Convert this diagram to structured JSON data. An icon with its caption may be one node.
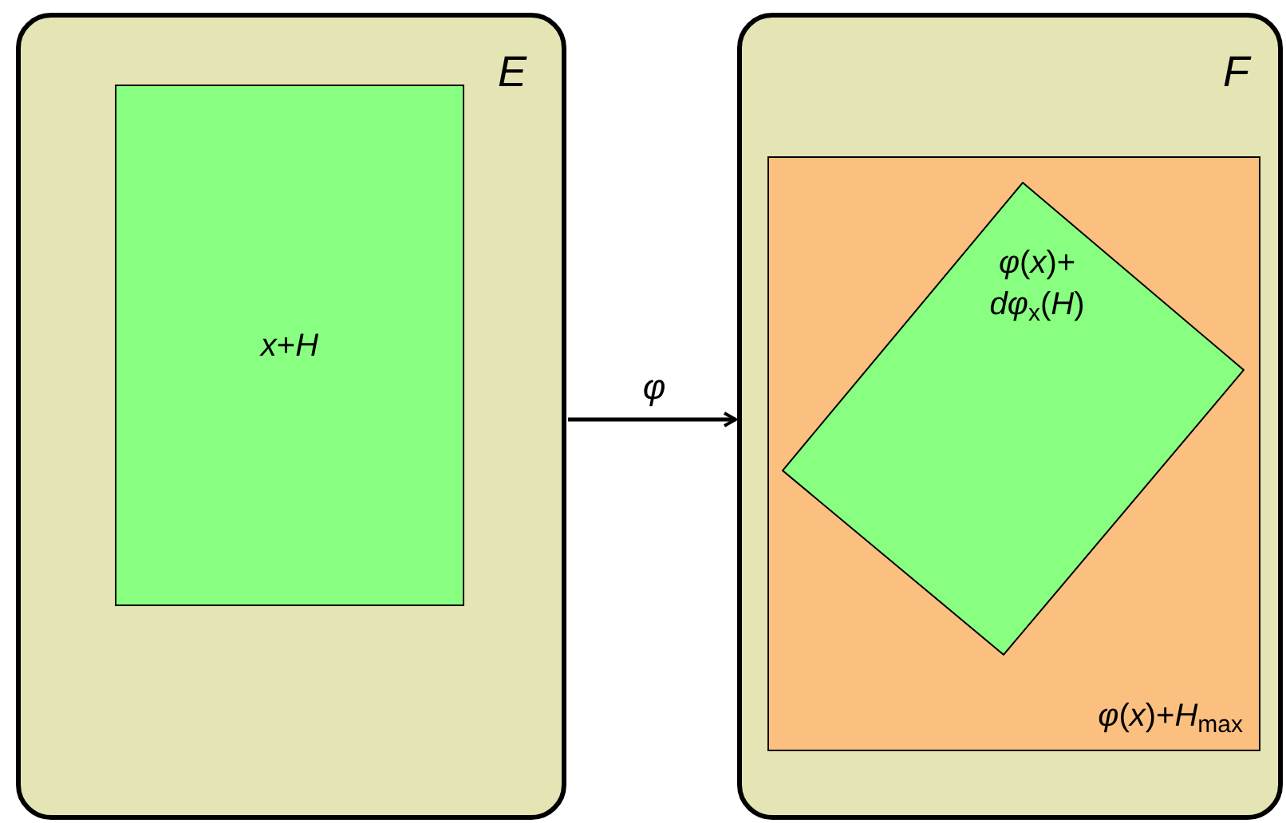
{
  "diagram": {
    "nodes": [
      {
        "text": [
          "*E*"
        ]
      },
      {
        "text": [
          "*x*+*H*"
        ],
        "in": 0
      },
      {
        "text": [
          "*F*"
        ]
      },
      {
        "text": [
          "*φ*(*x*)+*H*$_{max}$"
        ],
        "in": 2
      },
      {
        "text": [
          "*φ*(*x*)+ *dφ*$_{x}$(*H*)"
        ],
        "in": 3
      }
    ],
    "edges": [
      {
        "from": 0,
        "to": 2,
        "arrow": "to",
        "label": "φ"
      }
    ]
  }
}
